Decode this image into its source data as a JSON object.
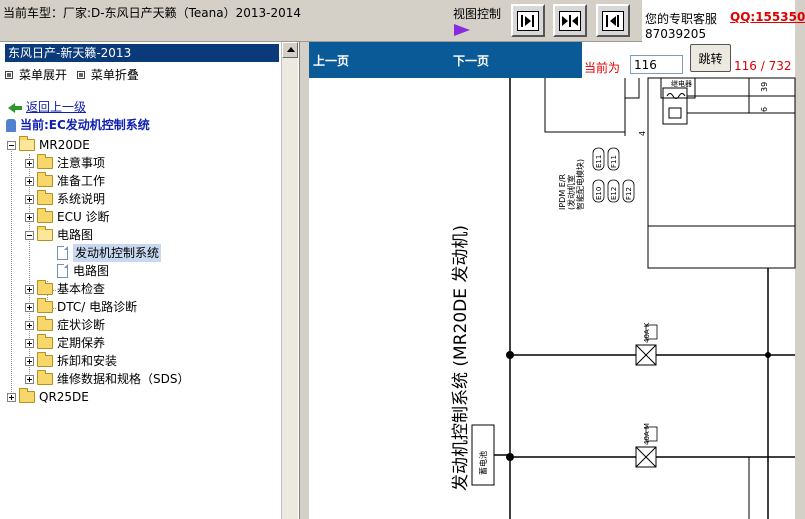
{
  "topbar": {
    "title": "当前车型：厂家:D-东风日产天籁（Teana）2013-2014",
    "view_control_label": "视图控制",
    "service_label": "您的专职客服",
    "qq_label": "QQ:155350",
    "phone": "87039205"
  },
  "left_panel": {
    "header": "东风日产-新天籁-2013",
    "menu_expand": "菜单展开",
    "menu_collapse": "菜单折叠",
    "back_link": "返回上一级",
    "current_label": "当前:EC发动机控制系统",
    "tree": {
      "root1": "MR20DE",
      "items": [
        "注意事项",
        "准备工作",
        "系统说明",
        "ECU 诊断",
        "电路图",
        "基本检查",
        "DTC/ 电路诊断",
        "症状诊断",
        "定期保养",
        "拆卸和安装",
        "维修数据和规格（SDS）"
      ],
      "sub_items": [
        "发动机控制系统",
        "电路图"
      ],
      "root2": "QR25DE"
    }
  },
  "nav": {
    "prev": "上一页",
    "next": "下一页",
    "current_label": "当前为",
    "page_value": "116",
    "jump": "跳转",
    "page_count": "116 / 732"
  },
  "diagram": {
    "title": "发动机控制系统 (MR20DE 发动机)",
    "ipdm_lines": [
      "IPDM E/R",
      "(发动机室",
      "智能配电模块)"
    ],
    "connectors": [
      "E11",
      "F11",
      "E10",
      "E12",
      "F12"
    ],
    "fuse1": "40A K",
    "fuse2": "40A M",
    "battery": "蓄电池",
    "wire_numbers": [
      "39",
      "6",
      "4"
    ],
    "relay_label": "继电器"
  },
  "colors": {
    "title_bar": "#d4d0c8",
    "nav_bar": "#0a5a98",
    "panel_header": "#0a3a7a",
    "highlight_red": "#e00000",
    "link_blue": "#1020b0"
  }
}
